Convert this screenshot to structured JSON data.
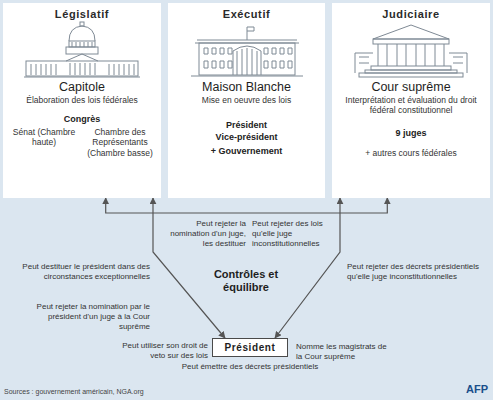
{
  "diagram": {
    "nodes": [
      {
        "text": [
          "Législatif",
          "Capitole",
          "Élaboration des lois fédérales",
          "Congrès",
          "Sénat (Chambre haute)",
          "Chambre des Représentants (Chambre basse)"
        ]
      },
      {
        "text": [
          "Exécutif",
          "Maison Blanche",
          "Mise en oeuvre des lois",
          "Président",
          "Vice-président",
          "+ Gouvernement"
        ]
      },
      {
        "text": [
          "Judiciaire",
          "Cour suprême",
          "Interprétation et évaluation du droit fédéral constitutionnel",
          "9 juges",
          "+ autres cours fédérales"
        ]
      },
      {
        "text": [
          "Président"
        ]
      }
    ],
    "edges": [
      {
        "from": 0,
        "to": 2,
        "arrow": "both"
      },
      {
        "from": 0,
        "to": 3,
        "arrow": "both"
      },
      {
        "from": 2,
        "to": 3,
        "arrow": "both"
      }
    ],
    "labels": [
      "Contrôles et équilibre",
      "Peut rejeter la nomination par le président d'un juge à la Cour suprême",
      "Peut utiliser son droit de veto sur des lois",
      "Peut émettre des décrets présidentiels",
      "Nomme les magistrats de la Cour suprême",
      "Peut rejeter des décrets présidentiels qu'elle juge inconstitutionnelles",
      "Peut destituer le président dans des circonstances exceptionnelles",
      "Peut rejeter la nomination d'un juge, les destituer",
      "Peut rejeter des lois qu'elle juge inconstitutionnelles",
      "Sources : gouvernement américain, NGA.org",
      "AFP"
    ]
  }
}
